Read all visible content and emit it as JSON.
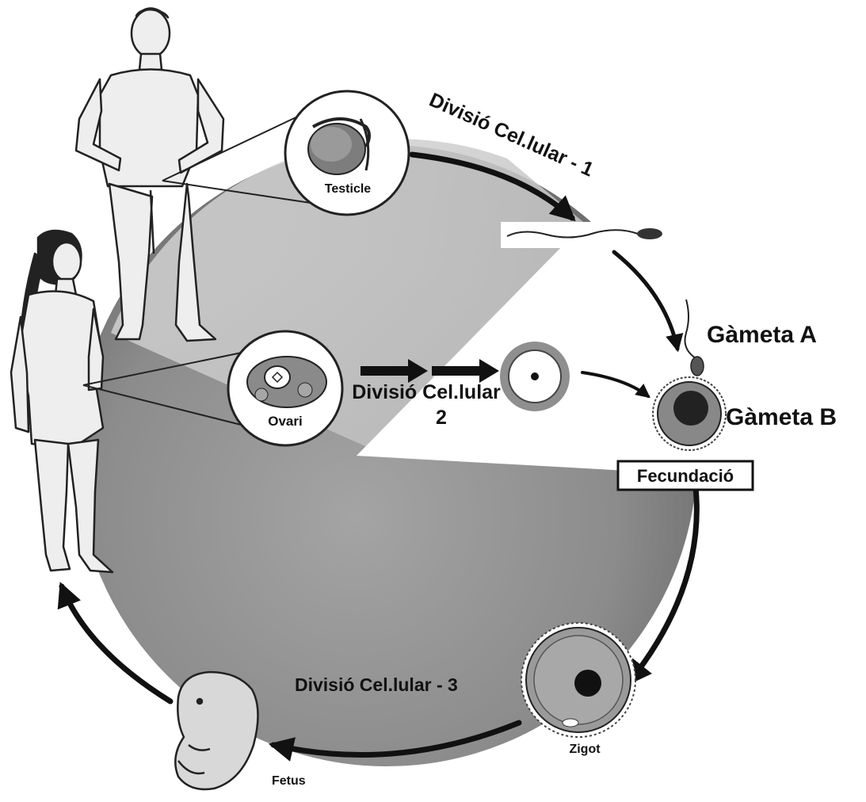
{
  "labels": {
    "division_1": "Divisió Cel.lular - 1",
    "division_2_line1": "Divisió Cel.lular",
    "division_2_line2": "2",
    "division_3": "Divisió Cel.lular - 3",
    "gamete_a": "Gàmeta A",
    "gamete_b": "Gàmeta B",
    "fertilization": "Fecundació",
    "testicle": "Testicle",
    "ovary": "Ovari",
    "zygote": "Zigot",
    "fetus": "Fetus"
  },
  "colors": {
    "background": "#ffffff",
    "disc_shade": "#8f8f8f",
    "disc_light": "#c9c9c9",
    "ink": "#111111",
    "skin": "#e6e6e6"
  },
  "icons": [
    "male-figure",
    "female-figure",
    "testicle-icon",
    "ovary-icon",
    "sperm-icon",
    "oocyte-icon",
    "zygote-icon",
    "fetus-icon"
  ]
}
